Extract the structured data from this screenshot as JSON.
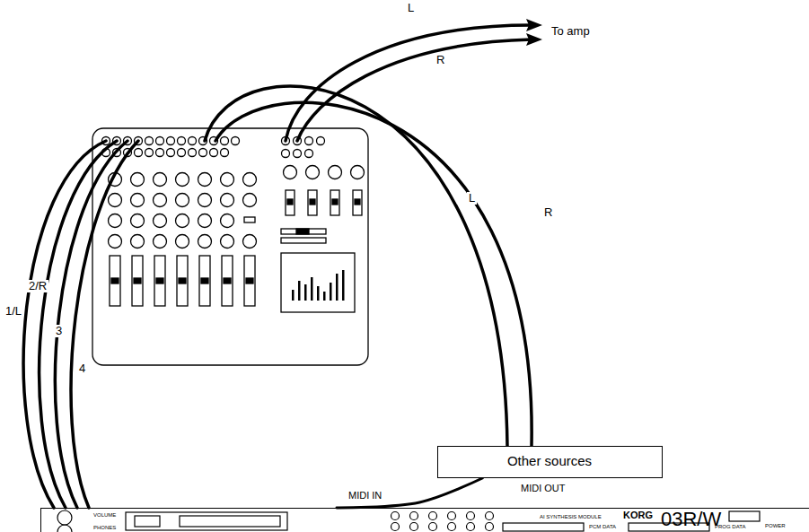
{
  "diagram": {
    "nodes": [
      {
        "text": [
          "Other sources"
        ]
      },
      {
        "text": [
          "VOLUME",
          "PHONES",
          "AI SYNTHESIS MODULE",
          "KORG",
          "03R/W",
          "POWER",
          "PCM DATA",
          "PROG DATA"
        ]
      }
    ],
    "edges": [
      {
        "from": 0,
        "to": 1,
        "arrow": "none"
      }
    ],
    "labels": [
      "L",
      "R",
      "To amp",
      "L",
      "R",
      "1/L",
      "2/R",
      "3",
      "4",
      "MIDI OUT",
      "MIDI IN"
    ]
  }
}
